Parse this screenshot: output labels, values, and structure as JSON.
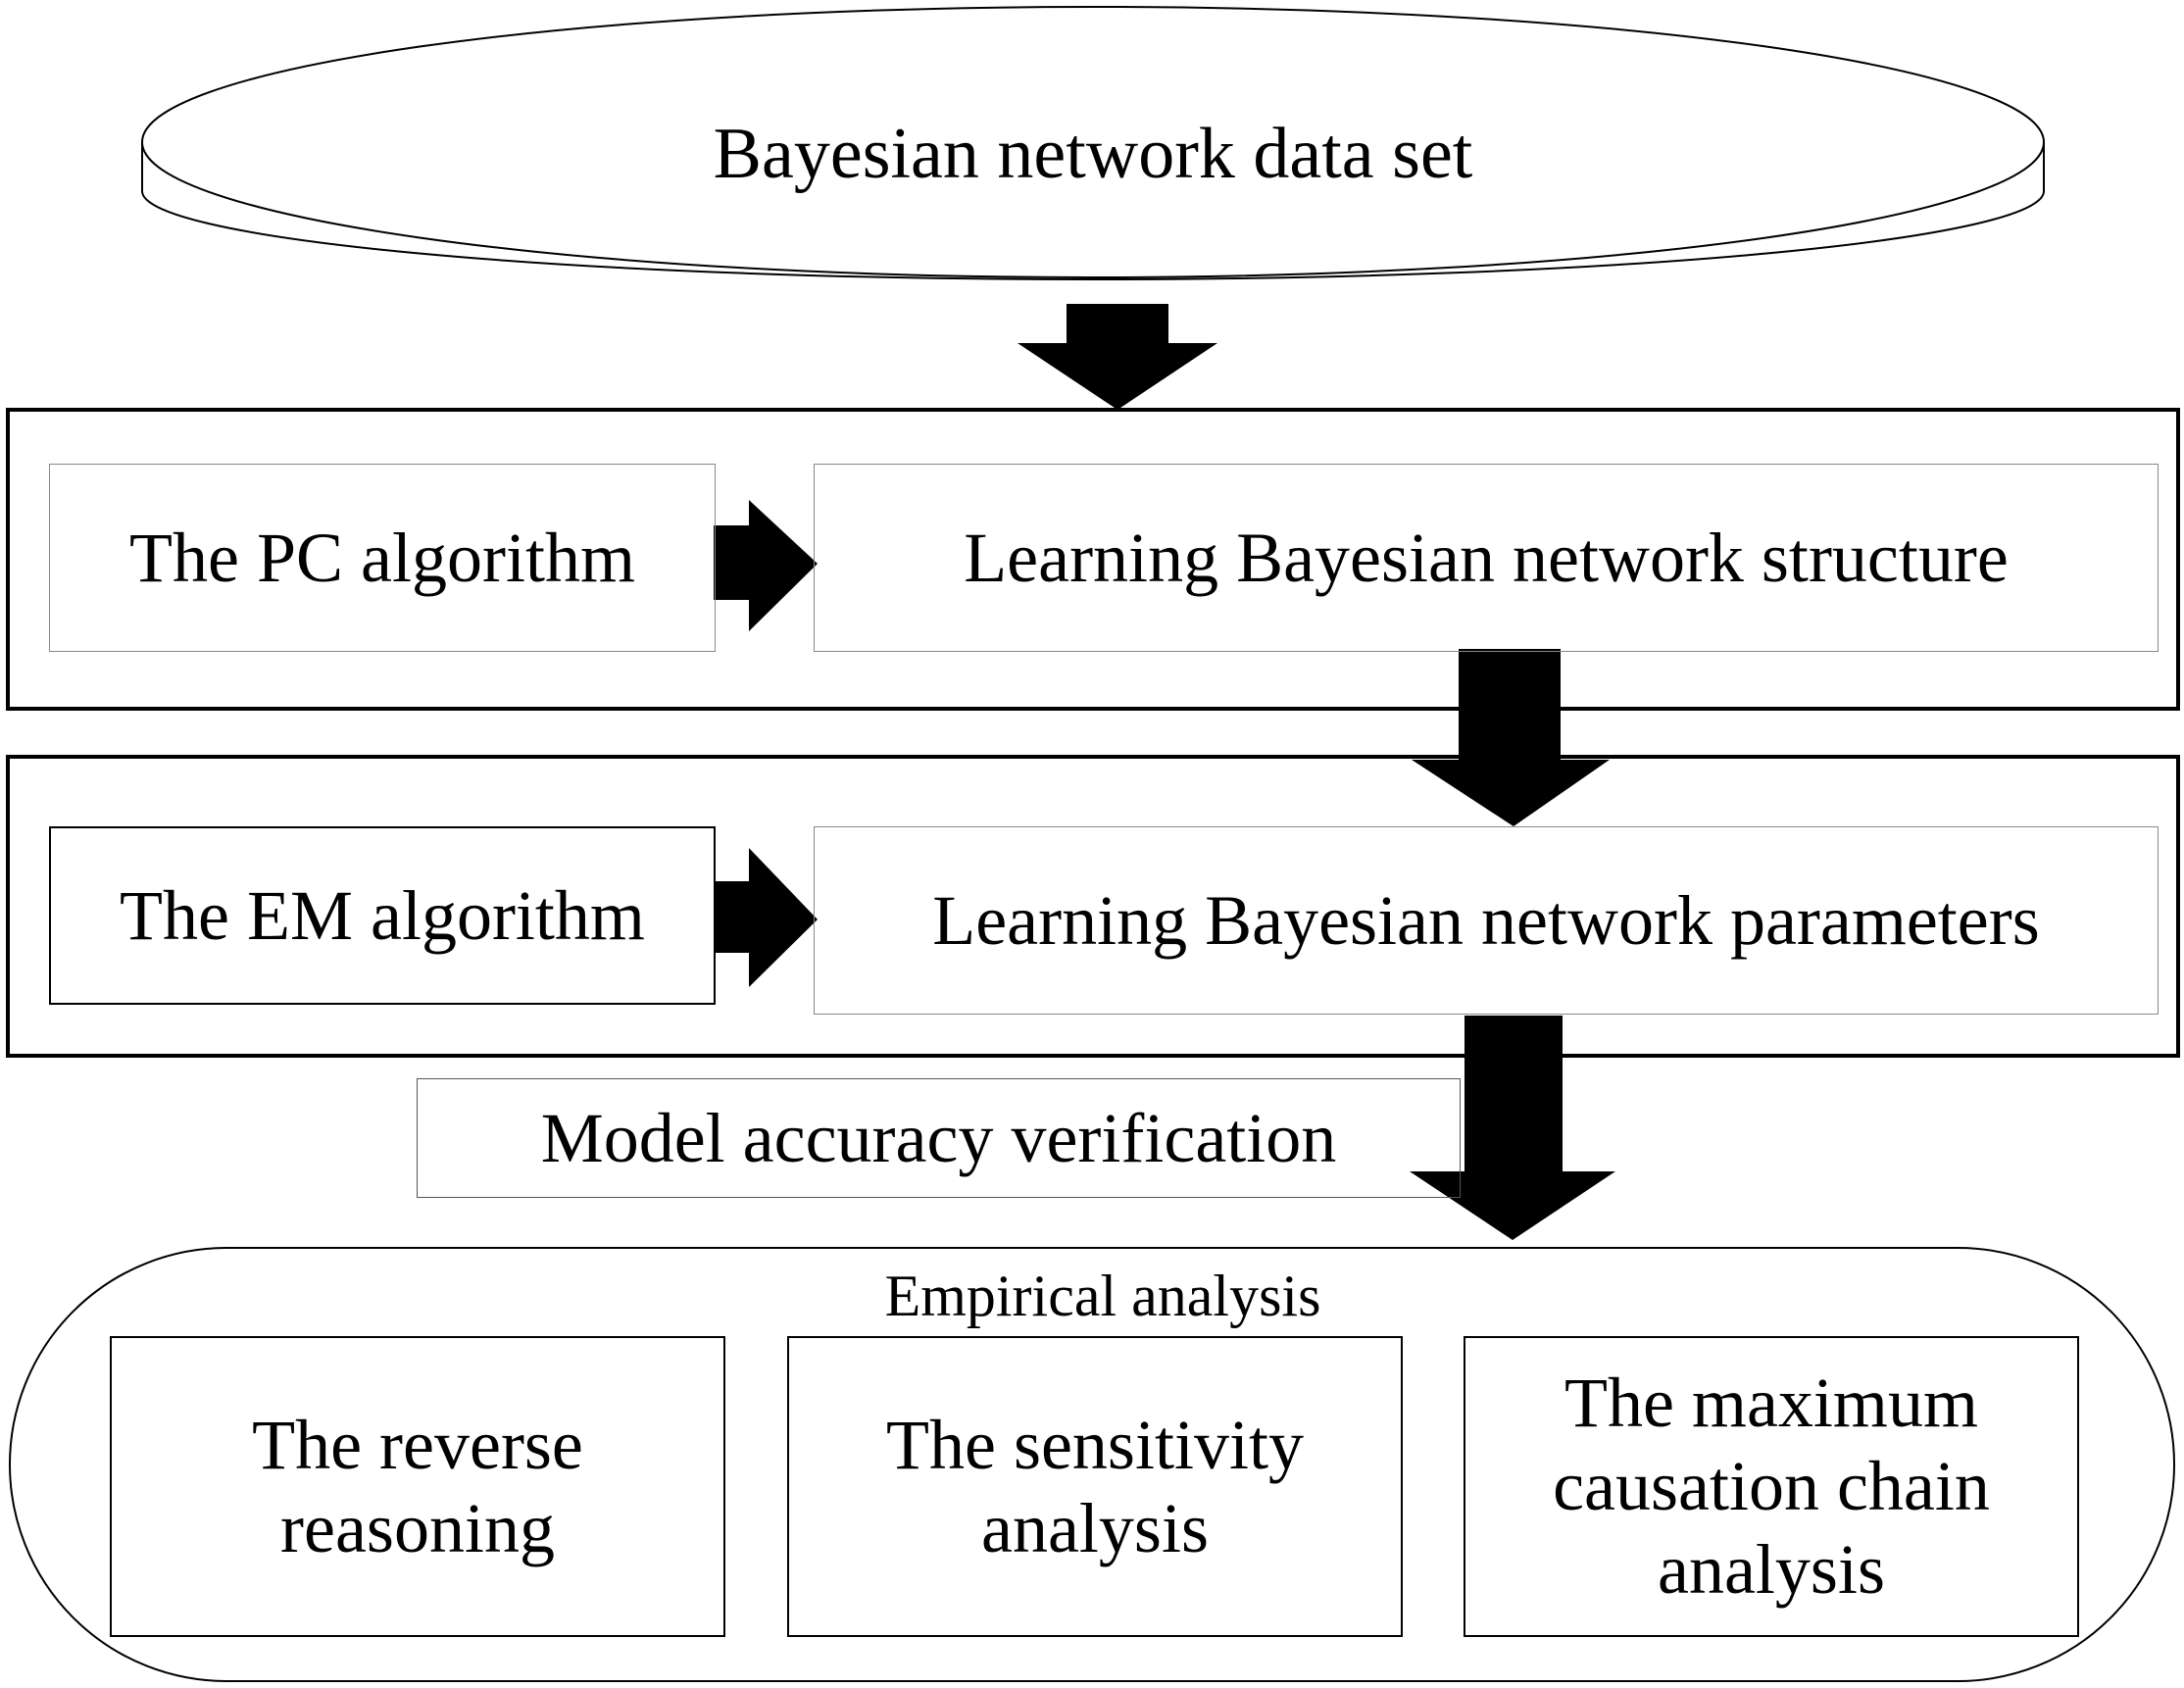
{
  "diagram": {
    "dataset_label": "Bayesian network data set",
    "structure_stage": {
      "method_label": "The PC algorithm",
      "result_label": "Learning Bayesian network structure"
    },
    "parameter_stage": {
      "method_label": "The EM algorithm",
      "result_label": "Learning Bayesian network parameters"
    },
    "verification_label": "Model accuracy verification",
    "empirical": {
      "title": "Empirical analysis",
      "items": [
        {
          "label": "The reverse reasoning"
        },
        {
          "label": "The sensitivity analysis"
        },
        {
          "label": "The maximum causation chain analysis"
        }
      ]
    }
  }
}
